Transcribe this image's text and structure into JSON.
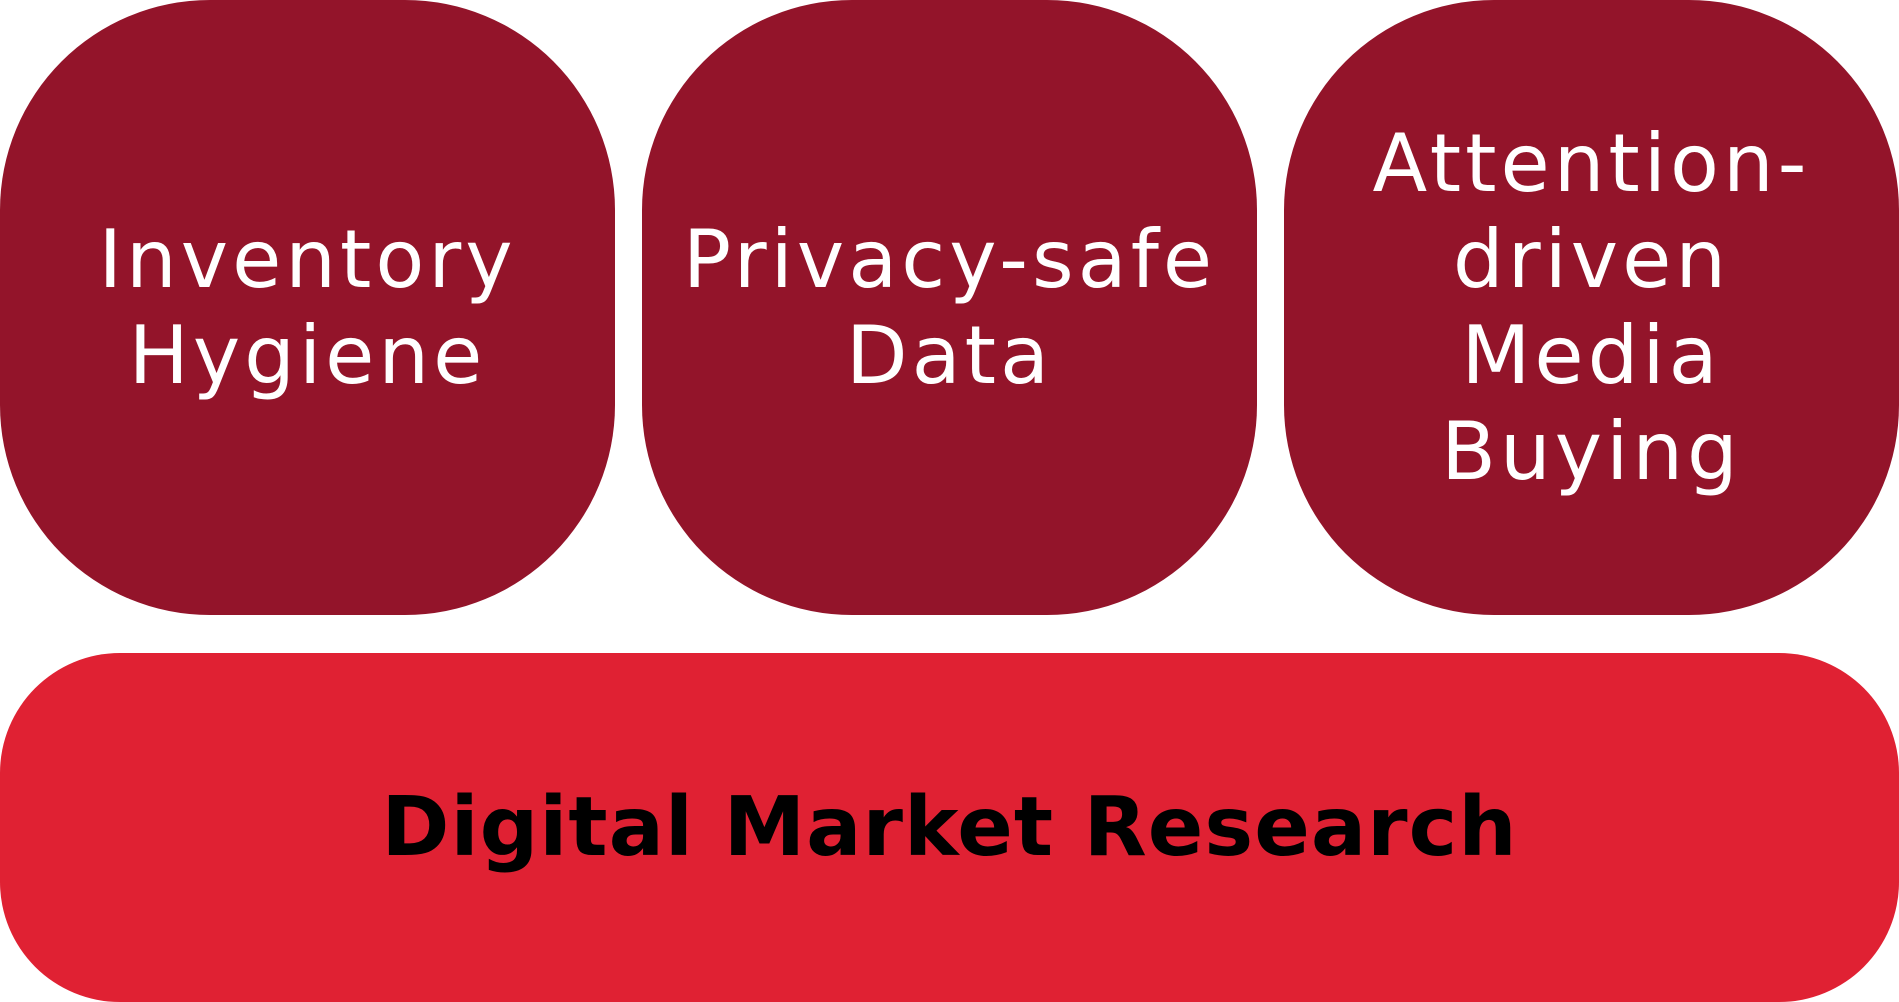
{
  "colors": {
    "pillar": "#93142a",
    "foundation": "#e02133",
    "pillar_text": "#ffffff",
    "foundation_text": "#000000"
  },
  "pillars": [
    {
      "lines": [
        "Inventory",
        "Hygiene"
      ]
    },
    {
      "lines": [
        "Privacy-safe",
        "Data"
      ]
    },
    {
      "lines": [
        "Attention-",
        "driven",
        "Media",
        "Buying"
      ]
    }
  ],
  "foundation": {
    "label": "Digital Market Research"
  }
}
